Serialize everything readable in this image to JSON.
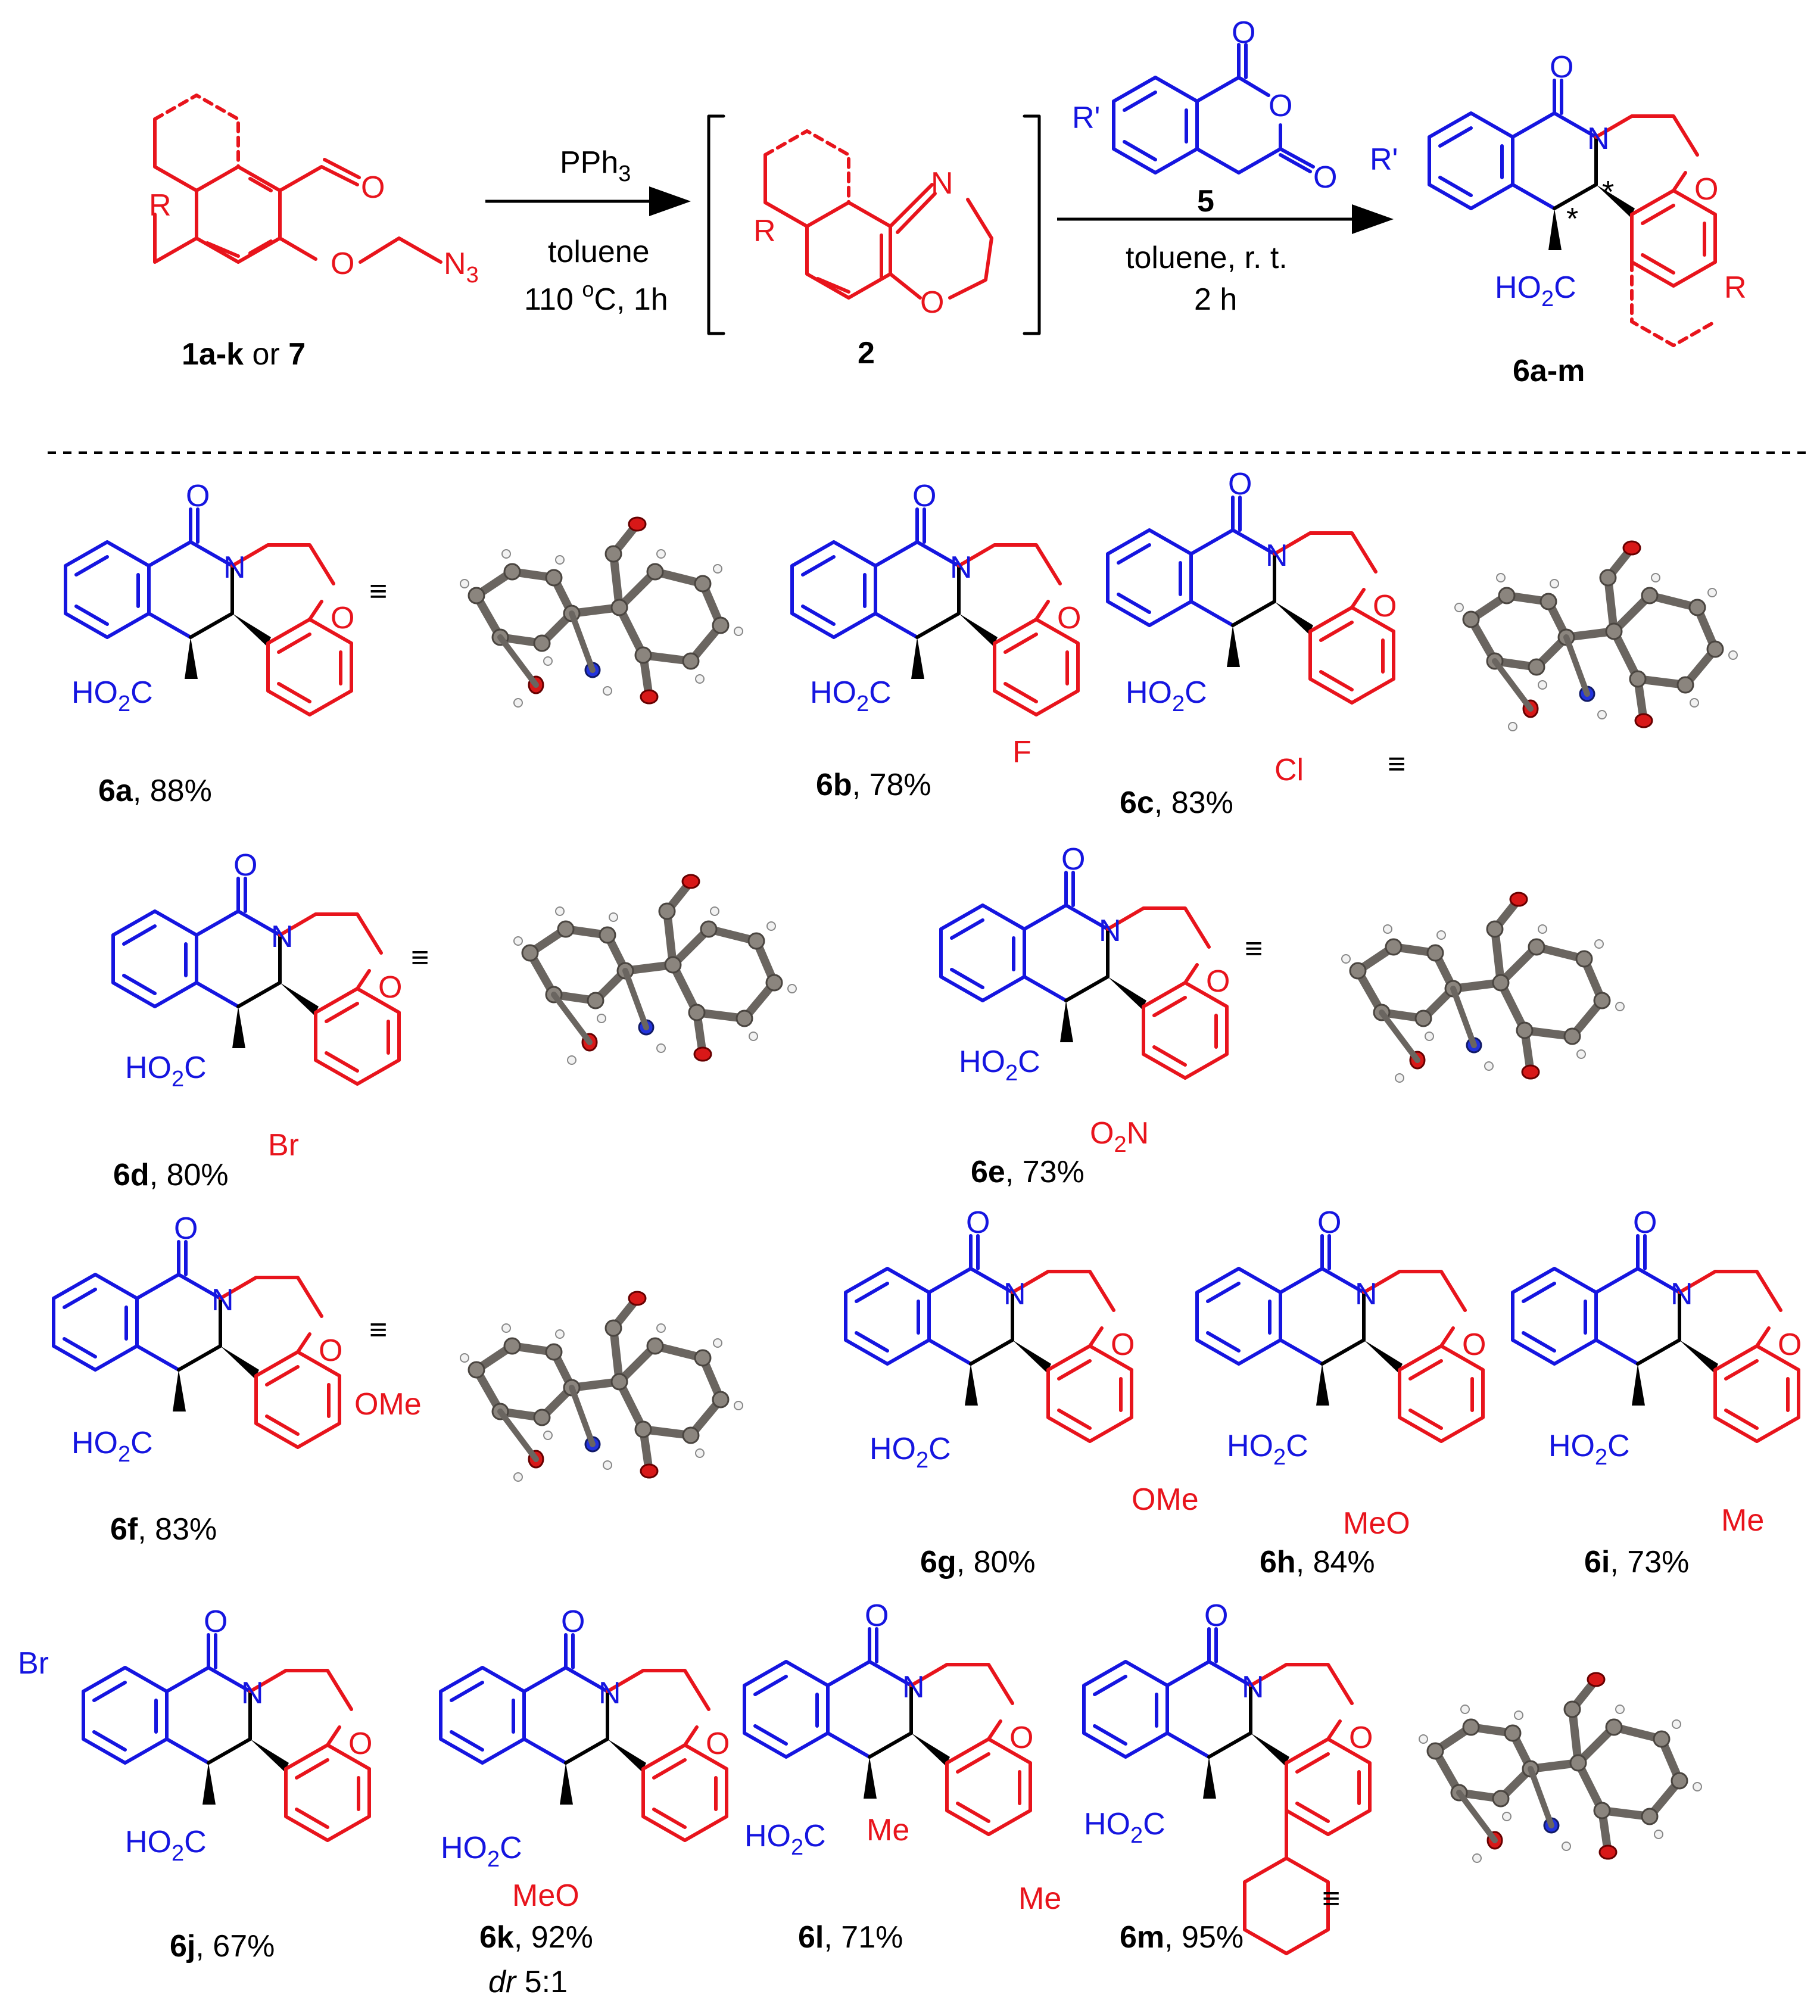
{
  "scheme": {
    "start_label": {
      "bold": "1a-k",
      "rest": " or ",
      "bold2": "7"
    },
    "start_groups": {
      "R": "R",
      "N3": "N",
      "N3_sub": "3",
      "O": "O",
      "aldehyde_O": "O"
    },
    "arrow1": {
      "top": "PPh",
      "top_sub": "3",
      "bottom1": "toluene",
      "bottom2_pre": "110 ",
      "bottom2_sup": "o",
      "bottom2_post": "C, 1h"
    },
    "intermediate": {
      "label": "2",
      "R": "R",
      "N": "N",
      "O": "O"
    },
    "reagent": {
      "label": "5",
      "R": "R'",
      "O1": "O",
      "O2": "O",
      "O3": "O"
    },
    "arrow2": {
      "bottom1": "toluene, r. t.",
      "bottom2": "2 h"
    },
    "product": {
      "label": "6a-m",
      "R_left": "R'",
      "R_right": "R",
      "O_top": "O",
      "N": "N",
      "O_ring": "O",
      "acid": "HO",
      "acid_sub": "2",
      "acid_post": "C",
      "star": "*"
    }
  },
  "compounds": [
    {
      "id": "6a",
      "yield": ", 88%"
    },
    {
      "id": "6b",
      "yield": ", 78%",
      "sub": "F"
    },
    {
      "id": "6c",
      "yield": ", 83%",
      "sub": "Cl"
    },
    {
      "id": "6d",
      "yield": ", 80%",
      "sub": "Br"
    },
    {
      "id": "6e",
      "yield": ", 73%",
      "sub_pre": "O",
      "sub_sub": "2",
      "sub_post": "N"
    },
    {
      "id": "6f",
      "yield": ", 83%",
      "sub": "OMe"
    },
    {
      "id": "6g",
      "yield": ", 80%",
      "sub": "OMe"
    },
    {
      "id": "6h",
      "yield": ", 84%",
      "sub": "MeO"
    },
    {
      "id": "6i",
      "yield": ", 73%",
      "sub": "Me"
    },
    {
      "id": "6j",
      "yield": ", 67%",
      "sub": "Br"
    },
    {
      "id": "6k",
      "yield": ", 92%",
      "sub": "MeO",
      "extra_italic": "dr",
      "extra": " 5:1"
    },
    {
      "id": "6l",
      "yield": ", 71%",
      "sub": "Me",
      "sub2": "Me"
    },
    {
      "id": "6m",
      "yield": ", 95%"
    }
  ],
  "common": {
    "O": "O",
    "N": "N",
    "acid_pre": "HO",
    "acid_sub": "2",
    "acid_post": "C",
    "equiv": "≡"
  },
  "colors": {
    "red": "#e8141c",
    "blue": "#1515e0",
    "black": "#000000"
  }
}
